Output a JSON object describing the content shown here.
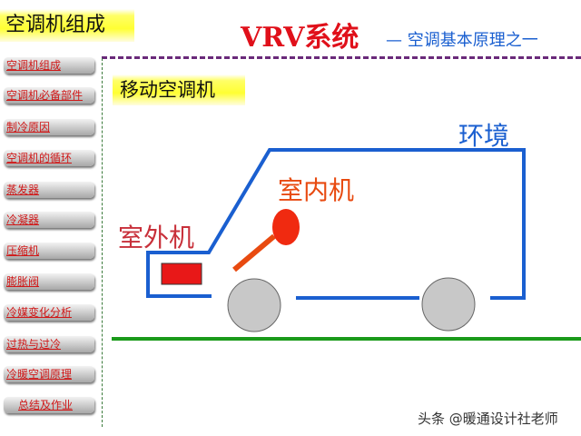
{
  "header": {
    "section_title": "空调机组成",
    "main_title": "VRV系统",
    "subtitle": "— 空调基本原理之一"
  },
  "nav": [
    "空调机组成",
    "空调机必备部件",
    "制冷原因",
    "空调机的循环",
    "蒸发器",
    "冷凝器",
    "压缩机",
    "膨胀阀",
    "冷媒变化分析",
    "过热与过冷",
    "冷暖空调原理",
    "总结及作业"
  ],
  "slide": {
    "heading": "移动空调机",
    "labels": {
      "outdoor": "室外机",
      "indoor": "室内机",
      "environment": "环境"
    }
  },
  "watermark": "头条 @暖通设计社老师",
  "colors": {
    "accent_red": "#e0101a",
    "blue": "#1a5fd0",
    "green": "#1a9a1a"
  }
}
